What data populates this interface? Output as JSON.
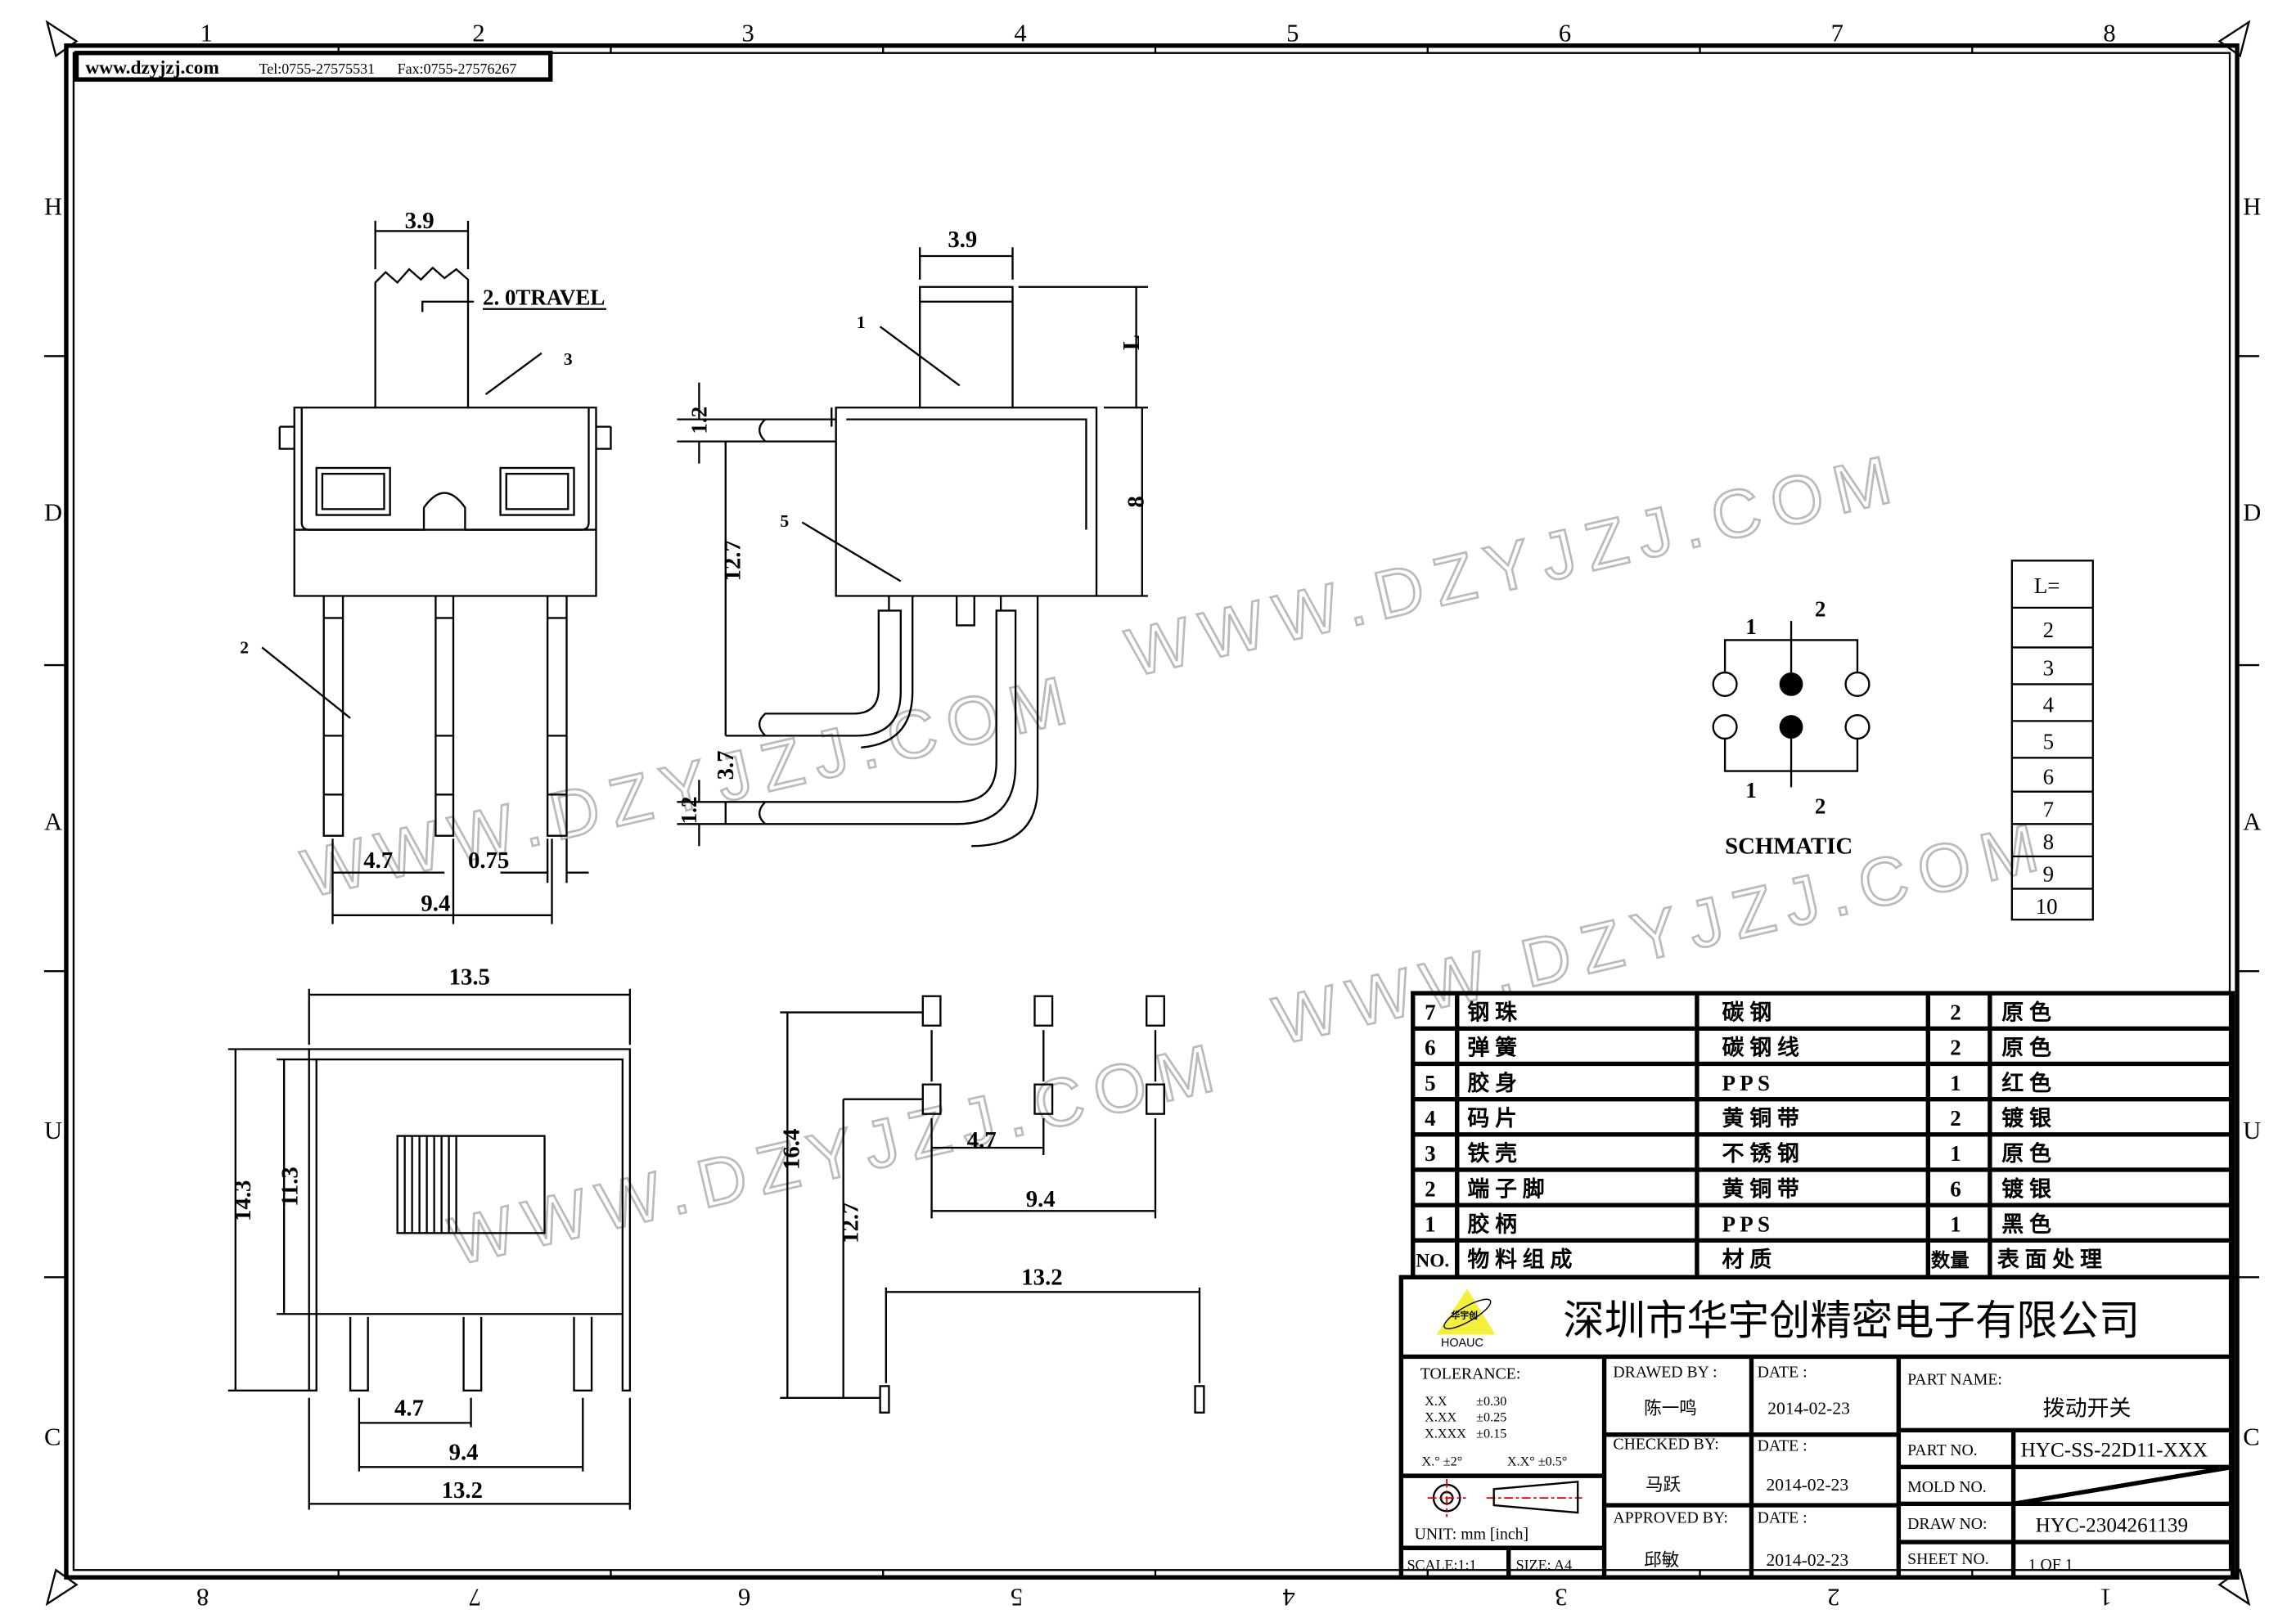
{
  "header": {
    "website": "www.dzyjzj.com",
    "tel": "Tel:0755-27575531",
    "fax": "Fax:0755-27576267"
  },
  "grid": {
    "cols": [
      "1",
      "2",
      "3",
      "4",
      "5",
      "6",
      "7",
      "8"
    ],
    "cols_bottom": [
      "8",
      "7",
      "6",
      "5",
      "4",
      "3",
      "2",
      "1"
    ],
    "rows": [
      "H",
      "D",
      "A",
      "U",
      "C"
    ]
  },
  "watermark": "WWW.DZYJZJ.COM",
  "front_view": {
    "width_actuator": "3.9",
    "travel": "2. 0TRAVEL",
    "callout_3": "3",
    "callout_2": "2",
    "pin_pitch": "4.7",
    "pin_width": "0.75",
    "pin_span": "9.4"
  },
  "side_view": {
    "width_actuator": "3.9",
    "callout_1": "1",
    "callout_5": "5",
    "height_L": "L",
    "height_body": "8",
    "dim_1_2_top": "1.2",
    "dim_12_7": "12.7",
    "dim_3_7": "3.7",
    "dim_1_2_bottom": "1.2"
  },
  "bottom_view": {
    "length": "13.5",
    "height_outer": "14.3",
    "height_inner": "11.3",
    "pin_pitch": "4.7",
    "pin_span": "9.4",
    "overall": "13.2"
  },
  "pcb_layout": {
    "pitch": "4.7",
    "span": "9.4",
    "height_outer": "16.4",
    "height_inner": "12.7",
    "width": "13.2"
  },
  "schematic": {
    "title": "SCHMATIC",
    "pin_top_left": "1",
    "pin_top_right": "2",
    "pin_bottom_left": "1",
    "pin_bottom_right": "2"
  },
  "l_table": {
    "header": "L=",
    "values": [
      "2",
      "3",
      "4",
      "5",
      "6",
      "7",
      "8",
      "9",
      "10"
    ]
  },
  "bom": {
    "rows": [
      {
        "no": "7",
        "part": "钢 珠",
        "material": "碳 钢",
        "qty": "2",
        "finish": "原 色"
      },
      {
        "no": "6",
        "part": "弹 簧",
        "material": "碳 钢 线",
        "qty": "2",
        "finish": "原 色"
      },
      {
        "no": "5",
        "part": "胶 身",
        "material": "P P S",
        "qty": "1",
        "finish": "红 色"
      },
      {
        "no": "4",
        "part": "码 片",
        "material": "黄 铜 带",
        "qty": "2",
        "finish": "镀 银"
      },
      {
        "no": "3",
        "part": "铁 壳",
        "material": "不 锈 钢",
        "qty": "1",
        "finish": "原 色"
      },
      {
        "no": "2",
        "part": "端 子 脚",
        "material": "黄 铜 带",
        "qty": "6",
        "finish": "镀 银"
      },
      {
        "no": "1",
        "part": "胶 柄",
        "material": "P P S",
        "qty": "1",
        "finish": "黑 色"
      }
    ],
    "header": {
      "no": "NO.",
      "part": "物 料 组 成",
      "material": "材 质",
      "qty": "数量",
      "finish": "表 面 处 理"
    }
  },
  "title_block": {
    "logo_text": "华宇创",
    "logo_brand": "HOAUC",
    "company": "深圳市华宇创精密电子有限公司",
    "tolerance_label": "TOLERANCE:",
    "tolerances": [
      [
        "X.X",
        "±0.30"
      ],
      [
        "X.XX",
        "±0.25"
      ],
      [
        "X.XXX",
        "±0.15"
      ]
    ],
    "angle_tol_1": "X.° ±2°",
    "angle_tol_2": "X.X° ±0.5°",
    "unit": "UNIT:  mm  [inch]",
    "scale": "SCALE:1:1",
    "size": "SIZE:  A4",
    "drawed_by_label": "DRAWED BY :",
    "drawed_by": "陈一鸣",
    "checked_by_label": "CHECKED BY:",
    "checked_by": "马跃",
    "approved_by_label": "APPROVED BY:",
    "approved_by": "邱敏",
    "date_label": "DATE :",
    "date_drawed": "2014-02-23",
    "date_checked": "2014-02-23",
    "date_approved": "2014-02-23",
    "part_name_label": "PART NAME:",
    "part_name": "拨动开关",
    "part_no_label": "PART NO.",
    "part_no": "HYC-SS-22D11-XXX",
    "mold_no_label": "MOLD NO.",
    "draw_no_label": "DRAW NO:",
    "draw_no": "HYC-2304261139",
    "sheet_no_label": "SHEET NO.",
    "sheet_no": "1 OF 1"
  }
}
